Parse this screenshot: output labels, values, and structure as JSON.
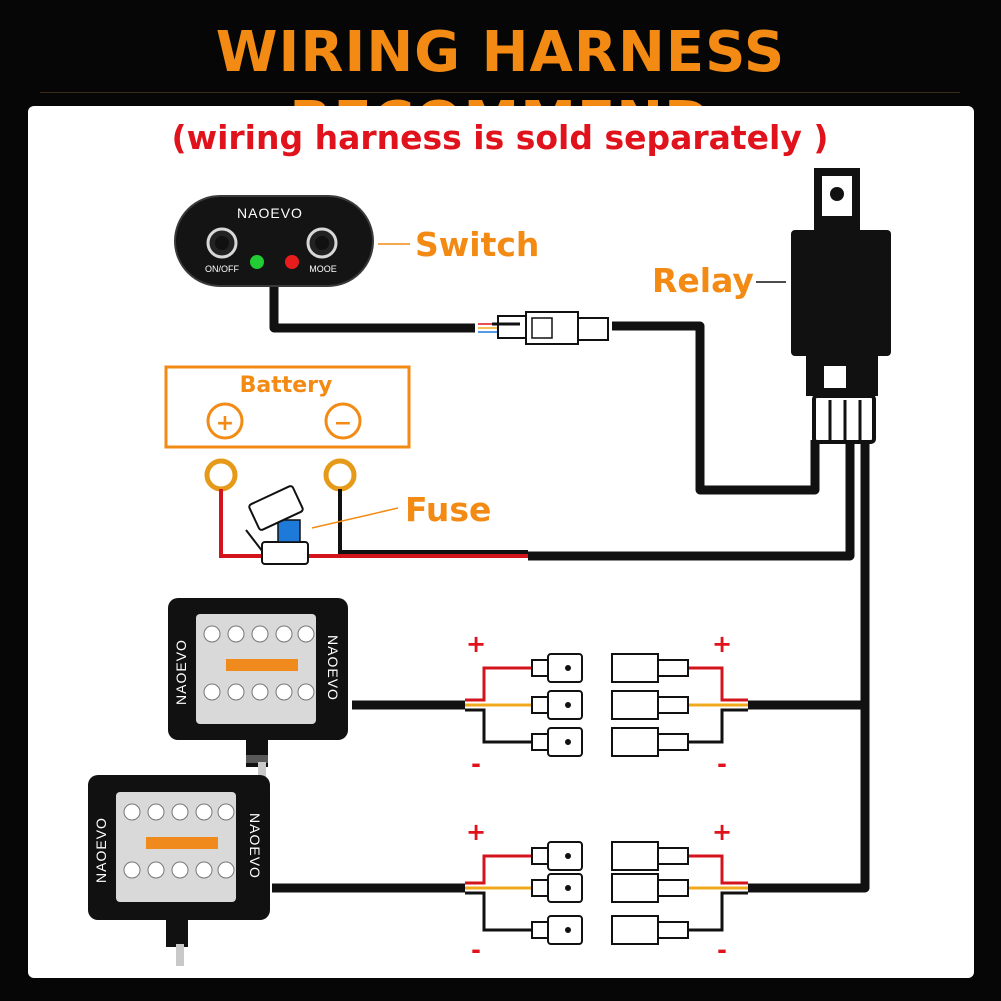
{
  "title": "WIRING HARNESS RECOMMEND",
  "subtitle": "(wiring harness is sold separately )",
  "labels": {
    "switch": "Switch",
    "relay": "Relay",
    "fuse": "Fuse",
    "battery": "Battery"
  },
  "switch_panel": {
    "brand": "NAOEVO",
    "left_button": "ON/OFF",
    "right_button": "MOOE"
  },
  "battery_terminals": {
    "positive": "+",
    "negative": "−"
  },
  "light_brand": "NAOEVO",
  "connector_signs": {
    "plus": "+",
    "minus": "-"
  },
  "colors": {
    "accent_orange": "#f28a13",
    "subtitle_red": "#e0121b",
    "wire_black": "#111111",
    "wire_red": "#d4141c",
    "wire_yellow": "#f0a81c",
    "led_green": "#22cc33",
    "led_red": "#e81c1c",
    "fuse_blue": "#1e7ad9"
  }
}
